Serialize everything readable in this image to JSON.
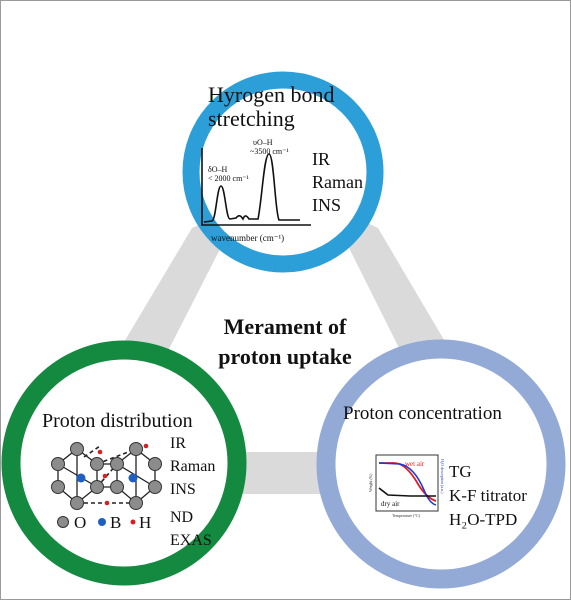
{
  "center": {
    "line1": "Merament of",
    "line2": "proton uptake"
  },
  "top": {
    "title_line1": "Hyrogen bond",
    "title_line2": "stretching",
    "methods": [
      "IR",
      "Raman",
      "INS"
    ],
    "spectrum": {
      "peak1_label_line1": "δO–H",
      "peak1_label_line2": "< 2000 cm⁻¹",
      "peak2_label_line1": "υO–H",
      "peak2_label_line2": "~3500 cm⁻¹",
      "xlabel": "wavenumber (cm⁻¹)"
    }
  },
  "left": {
    "title": "Proton distribution",
    "methods": [
      "IR",
      "Raman",
      "INS",
      "ND",
      "EXAS"
    ],
    "legend": [
      "O",
      "B",
      "H"
    ]
  },
  "right": {
    "title": "Proton concentration",
    "methods": [
      "TG",
      "K-F titrator",
      "H₂O-TPD"
    ],
    "plot": {
      "ylabel": "Weight (%)",
      "y2label": "H₂O desorption (a.u.)",
      "xlabel": "Temperature (°C)",
      "series": [
        "wet air",
        "dry air"
      ]
    }
  },
  "colors": {
    "top_ring": "#2c9ed8",
    "left_ring": "#138a3f",
    "right_ring": "#93aad6",
    "triangle": "#dadada"
  }
}
